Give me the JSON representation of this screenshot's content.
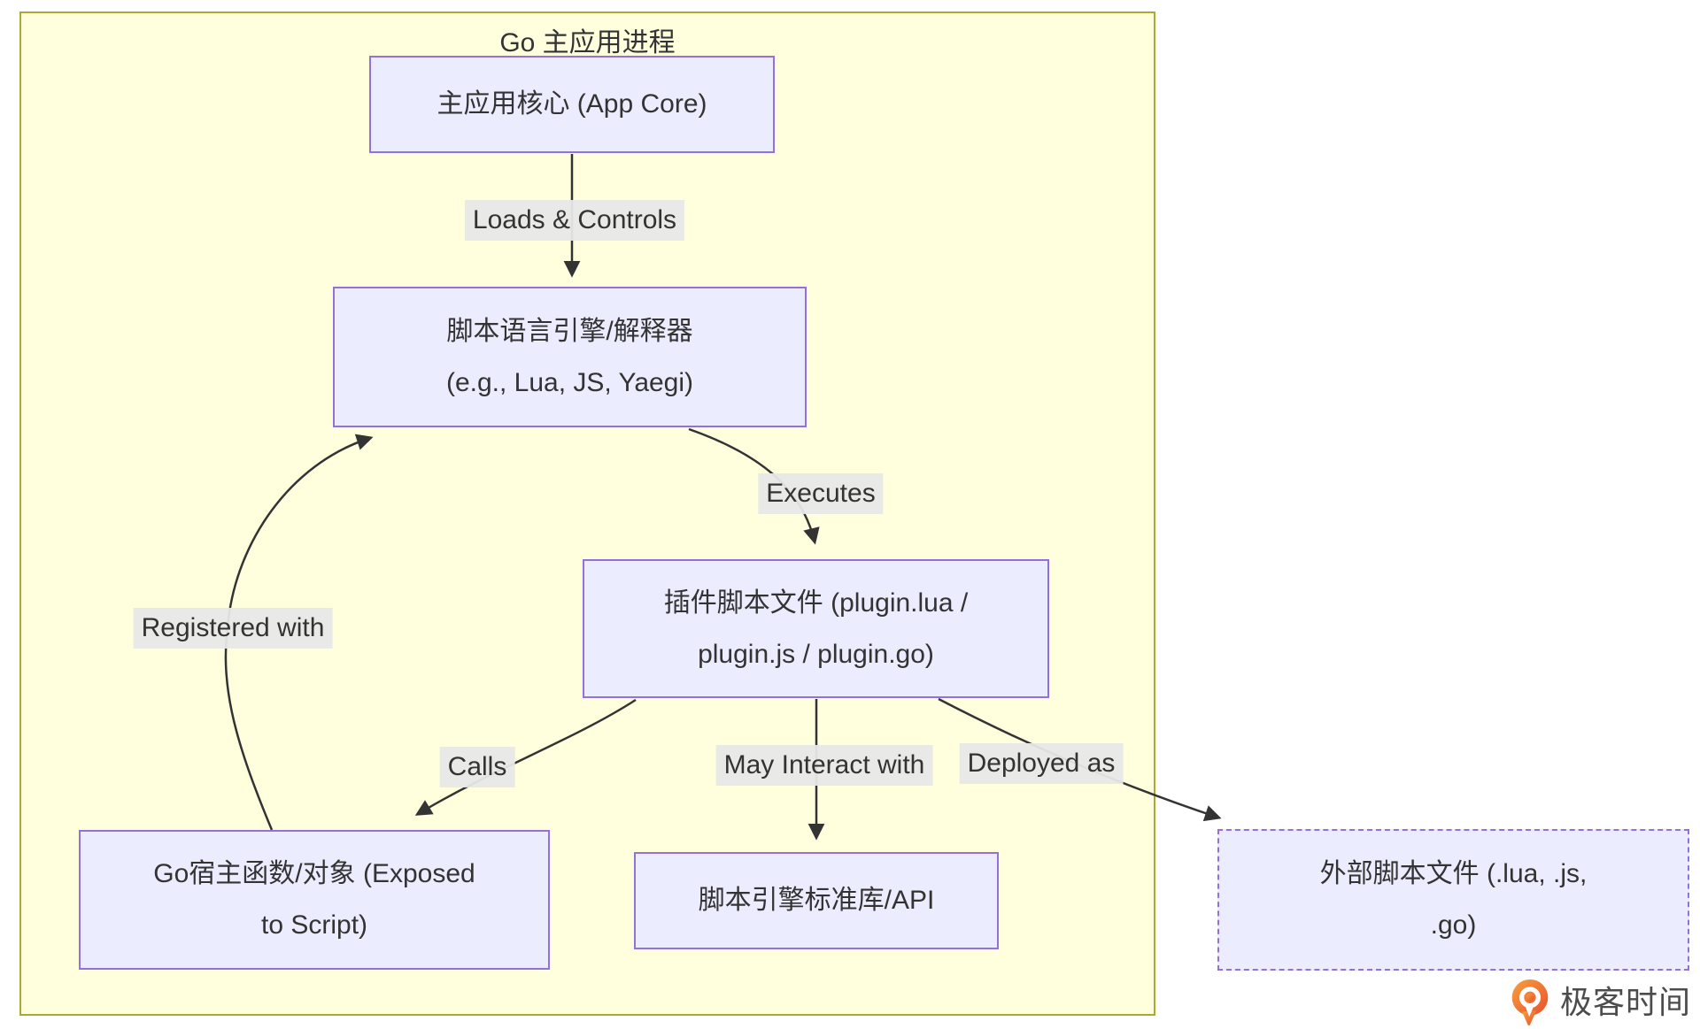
{
  "diagram": {
    "cluster": {
      "title": "Go 主应用进程"
    },
    "nodes": {
      "app_core": {
        "lines": [
          "主应用核心 (App Core)"
        ]
      },
      "engine": {
        "lines": [
          "脚本语言引擎/解释器",
          "(e.g., Lua, JS, Yaegi)"
        ]
      },
      "plugin": {
        "lines": [
          "插件脚本文件 (plugin.lua /",
          "plugin.js / plugin.go)"
        ]
      },
      "host_fn": {
        "lines": [
          "Go宿主函数/对象 (Exposed",
          "to Script)"
        ]
      },
      "stdlib": {
        "lines": [
          "脚本引擎标准库/API"
        ]
      },
      "external": {
        "lines": [
          "外部脚本文件 (.lua, .js,",
          ".go)"
        ]
      }
    },
    "edge_labels": {
      "loads": "Loads & Controls",
      "executes": "Executes",
      "registered": "Registered with",
      "calls": "Calls",
      "interact": "May Interact with",
      "deployed": "Deployed as"
    },
    "colors": {
      "node_fill": "#ececff",
      "node_border": "#9370db",
      "cluster_fill": "#ffffde",
      "cluster_border": "#aaaa33",
      "edge_line": "#333333",
      "edge_label_bg": "#e8e8e8",
      "text": "#333333"
    }
  },
  "watermark": {
    "text": "极客时间",
    "icon": "geektime-logo-icon",
    "icon_color_top": "#f6a13f",
    "icon_color_bottom": "#e9502c",
    "text_color": "#4c4c4c"
  }
}
